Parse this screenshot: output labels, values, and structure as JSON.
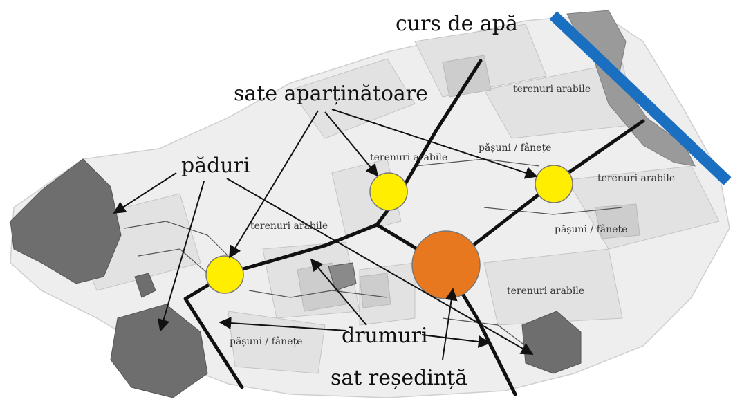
{
  "labels": {
    "watercourse": "curs de apă",
    "satellite_villages": "sate aparținătoare",
    "forests": "păduri",
    "roads": "drumuri",
    "main_village": "sat reședință"
  },
  "land_use": {
    "arable_1": "terenuri arabile",
    "arable_2": "terenuri arabile",
    "arable_3": "terenuri arabile",
    "arable_4": "terenuri arabile",
    "arable_5": "terenuri arabile",
    "pasture_1": "pășuni / fânețe",
    "pasture_2": "pășuni / fânețe",
    "pasture_3": "pășuni / fânețe"
  },
  "colors": {
    "main_village": "#e8781f",
    "satellite_village": "#ffee00",
    "forest": "#6e6e6e",
    "water": "#1a6fc0",
    "road": "#111111"
  }
}
